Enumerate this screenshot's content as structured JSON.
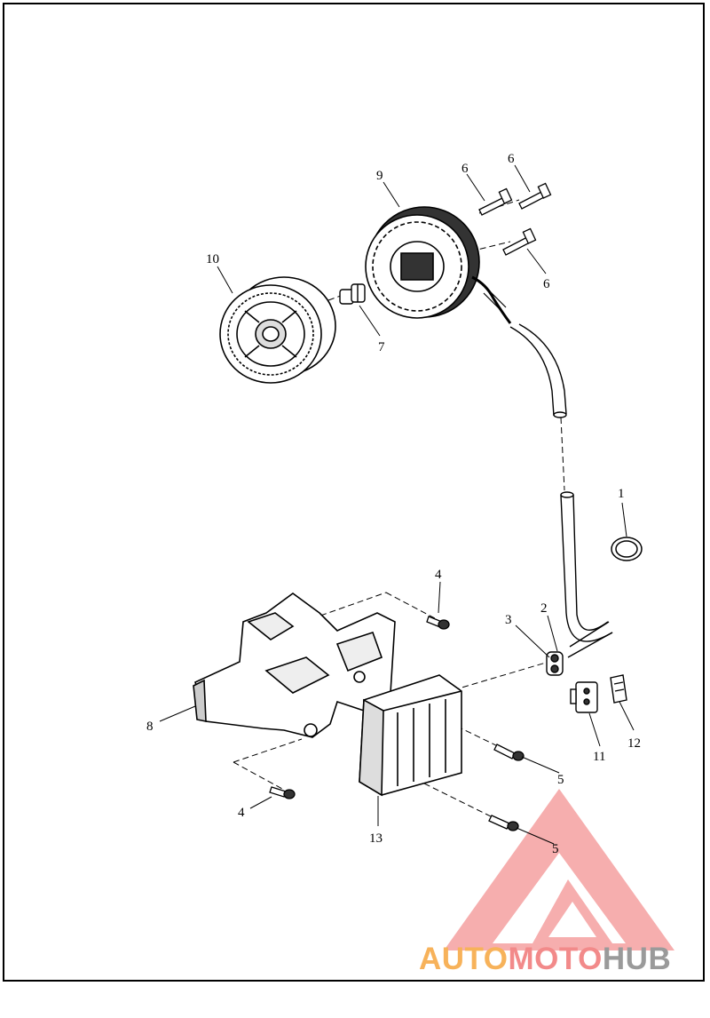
{
  "callouts": [
    {
      "id": "1",
      "label": "1"
    },
    {
      "id": "2",
      "label": "2"
    },
    {
      "id": "3",
      "label": "3"
    },
    {
      "id": "4a",
      "label": "4"
    },
    {
      "id": "4b",
      "label": "4"
    },
    {
      "id": "5a",
      "label": "5"
    },
    {
      "id": "5b",
      "label": "5"
    },
    {
      "id": "6a",
      "label": "6"
    },
    {
      "id": "6b",
      "label": "6"
    },
    {
      "id": "6c",
      "label": "6"
    },
    {
      "id": "7",
      "label": "7"
    },
    {
      "id": "8",
      "label": "8"
    },
    {
      "id": "9",
      "label": "9"
    },
    {
      "id": "10",
      "label": "10"
    },
    {
      "id": "11",
      "label": "11"
    },
    {
      "id": "12",
      "label": "12"
    },
    {
      "id": "13",
      "label": "13"
    }
  ],
  "watermark": {
    "part1": "AUTO",
    "part2": "MOTO",
    "part3": "HUB",
    "color_auto": "#f7b25a",
    "color_moto": "#f28a8a",
    "color_hub": "#9a9a9a",
    "logo_color": "#f5a0a0"
  }
}
